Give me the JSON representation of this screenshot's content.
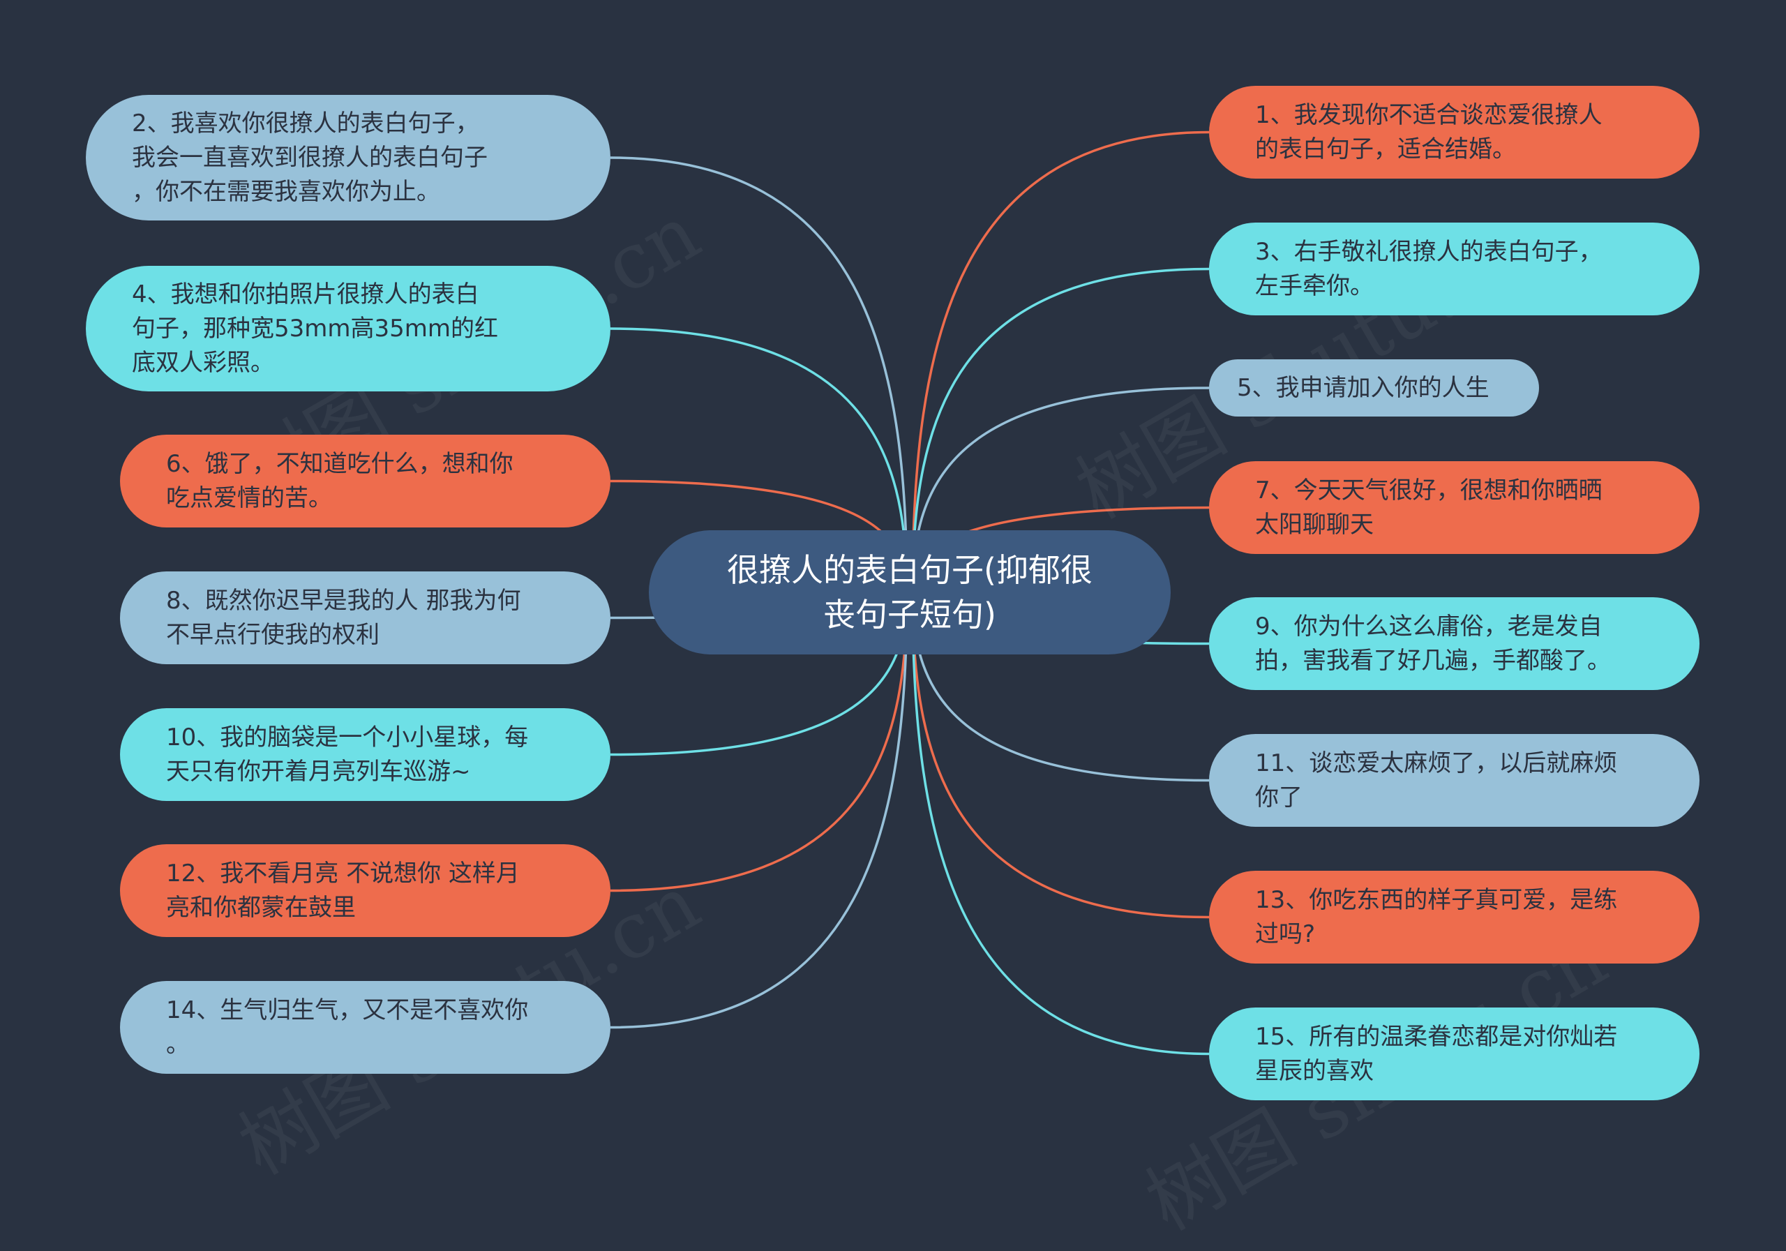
{
  "center": {
    "label": "很撩人的表白句子(抑郁很\n丧句子短句)"
  },
  "colors": {
    "background": "#293241",
    "center": "#3d5a80",
    "orange": "#ee6c4d",
    "cyan": "#6ee0e6",
    "blue": "#98c1d9",
    "text": "#2b3240"
  },
  "left_nodes": [
    {
      "id": 2,
      "text": "2、我喜欢你很撩人的表白句子，\n我会一直喜欢到很撩人的表白句子\n，你不在需要我喜欢你为止。",
      "color": "blue"
    },
    {
      "id": 4,
      "text": "4、我想和你拍照片很撩人的表白\n句子，那种宽53mm高35mm的红\n底双人彩照。",
      "color": "cyan"
    },
    {
      "id": 6,
      "text": "6、饿了，不知道吃什么，想和你\n吃点爱情的苦。",
      "color": "orange"
    },
    {
      "id": 8,
      "text": "8、既然你迟早是我的人 那我为何\n不早点行使我的权利",
      "color": "blue"
    },
    {
      "id": 10,
      "text": "10、我的脑袋是一个小小星球，每\n天只有你开着月亮列车巡游~",
      "color": "cyan"
    },
    {
      "id": 12,
      "text": "12、我不看月亮 不说想你 这样月\n亮和你都蒙在鼓里",
      "color": "orange"
    },
    {
      "id": 14,
      "text": "14、生气归生气，又不是不喜欢你\n。",
      "color": "blue"
    }
  ],
  "right_nodes": [
    {
      "id": 1,
      "text": "1、我发现你不适合谈恋爱很撩人\n的表白句子，适合结婚。",
      "color": "orange"
    },
    {
      "id": 3,
      "text": "3、右手敬礼很撩人的表白句子，\n左手牵你。",
      "color": "cyan"
    },
    {
      "id": 5,
      "text": "5、我申请加入你的人生",
      "color": "blue"
    },
    {
      "id": 7,
      "text": "7、今天天气很好，很想和你晒晒\n太阳聊聊天",
      "color": "orange"
    },
    {
      "id": 9,
      "text": "9、你为什么这么庸俗，老是发自\n拍，害我看了好几遍，手都酸了。",
      "color": "cyan"
    },
    {
      "id": 11,
      "text": "11、谈恋爱太麻烦了，以后就麻烦\n你了",
      "color": "blue"
    },
    {
      "id": 13,
      "text": "13、你吃东西的样子真可爱，是练\n过吗?",
      "color": "orange"
    },
    {
      "id": 15,
      "text": "15、所有的温柔眷恋都是对你灿若\n星辰的喜欢",
      "color": "cyan"
    }
  ]
}
